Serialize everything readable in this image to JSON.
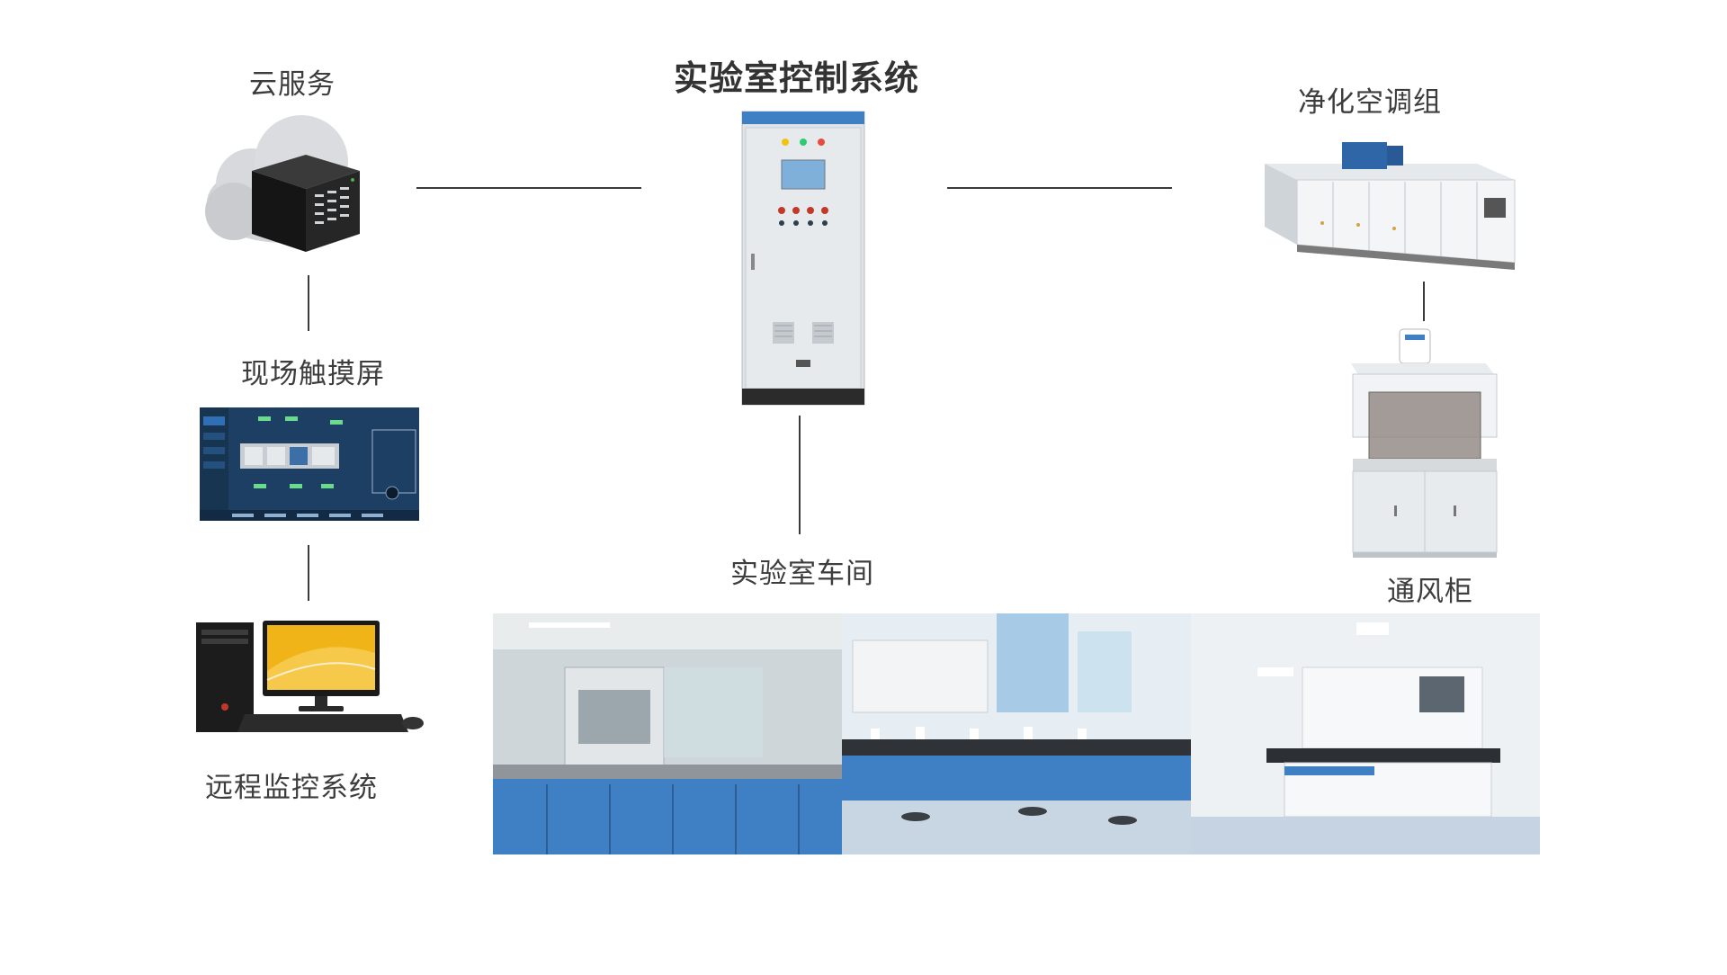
{
  "diagram": {
    "title": "实验室控制系统",
    "nodes": {
      "cloud": "云服务",
      "touch_screen": "现场触摸屏",
      "remote": "远程监控系统",
      "workshop": "实验室车间",
      "ahu": "净化空调组",
      "fume_hood": "通风柜"
    },
    "colors": {
      "line": "#3a3a3a",
      "accent_blue": "#3f7fc3",
      "cabinet_gray": "#dfe3e6"
    },
    "icons": [
      "cloud-server-icon",
      "control-cabinet-icon",
      "hmi-screen-icon",
      "desktop-computer-icon",
      "air-handling-unit-icon",
      "fume-hood-icon",
      "lab-photo-icon"
    ]
  }
}
